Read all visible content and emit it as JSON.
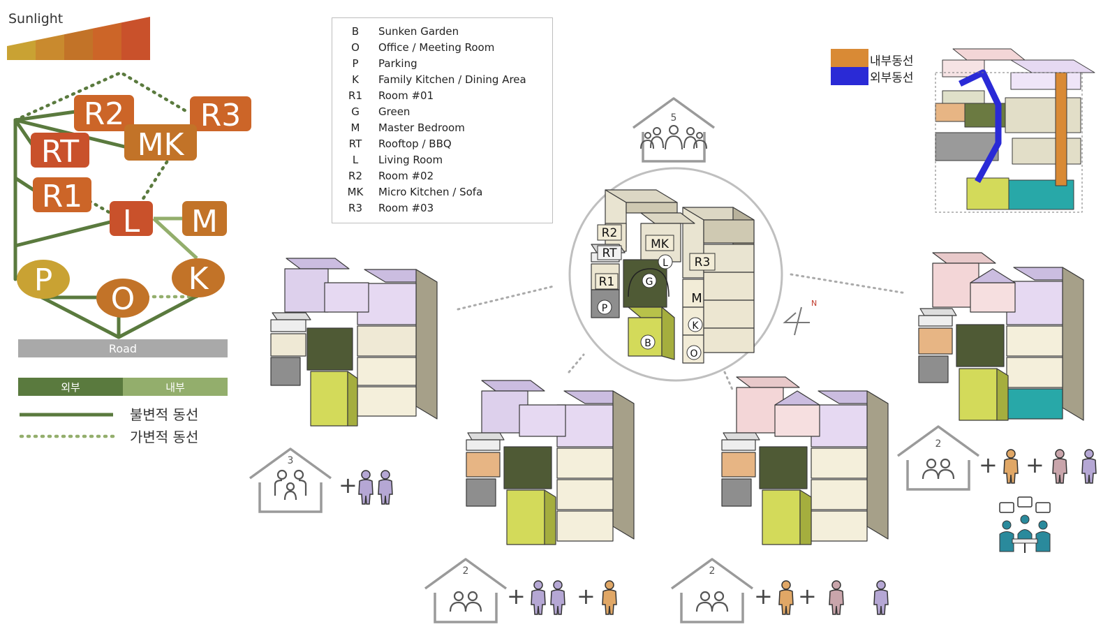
{
  "sunlight": {
    "label": "Sunlight",
    "gradient_colors": [
      "#c9a233",
      "#c98a2e",
      "#c27328",
      "#cc6528",
      "#c9512b"
    ]
  },
  "bubble_diagram": {
    "nodes": [
      "R2",
      "R3",
      "RT",
      "MK",
      "R1",
      "L",
      "M",
      "P",
      "K",
      "O"
    ],
    "road_label": "Road",
    "legend_external": "외부",
    "legend_internal": "내부",
    "solid_line_label": "불변적 동선",
    "dotted_line_label": "가변적 동선",
    "colors": {
      "external": "#5a7a3e",
      "internal": "#93ae6c",
      "road": "#a9a9a9"
    }
  },
  "legend": [
    {
      "code": "B",
      "desc": "Sunken Garden"
    },
    {
      "code": "O",
      "desc": "Office / Meeting Room"
    },
    {
      "code": "P",
      "desc": "Parking"
    },
    {
      "code": "K",
      "desc": "Family Kitchen / Dining Area"
    },
    {
      "code": "R1",
      "desc": "Room #01"
    },
    {
      "code": "G",
      "desc": "Green"
    },
    {
      "code": "M",
      "desc": "Master Bedroom"
    },
    {
      "code": "RT",
      "desc": "Rooftop / BBQ"
    },
    {
      "code": "L",
      "desc": "Living Room"
    },
    {
      "code": "R2",
      "desc": "Room #02"
    },
    {
      "code": "MK",
      "desc": "Micro Kitchen / Sofa"
    },
    {
      "code": "R3",
      "desc": "Room #03"
    }
  ],
  "circulation_key": {
    "internal_label": "내부동선",
    "external_label": "외부동선",
    "internal_color": "#d98a35",
    "external_color": "#2a2ad6"
  },
  "center_model": {
    "household_count": "5",
    "labels": [
      "R2",
      "MK",
      "RT",
      "L",
      "R3",
      "R1",
      "G",
      "P",
      "M",
      "K",
      "B",
      "O"
    ],
    "north_mark": "N"
  },
  "scenarios": [
    {
      "household_count": "3"
    },
    {
      "household_count": "2"
    },
    {
      "household_count": "2"
    },
    {
      "household_count": "2"
    }
  ]
}
